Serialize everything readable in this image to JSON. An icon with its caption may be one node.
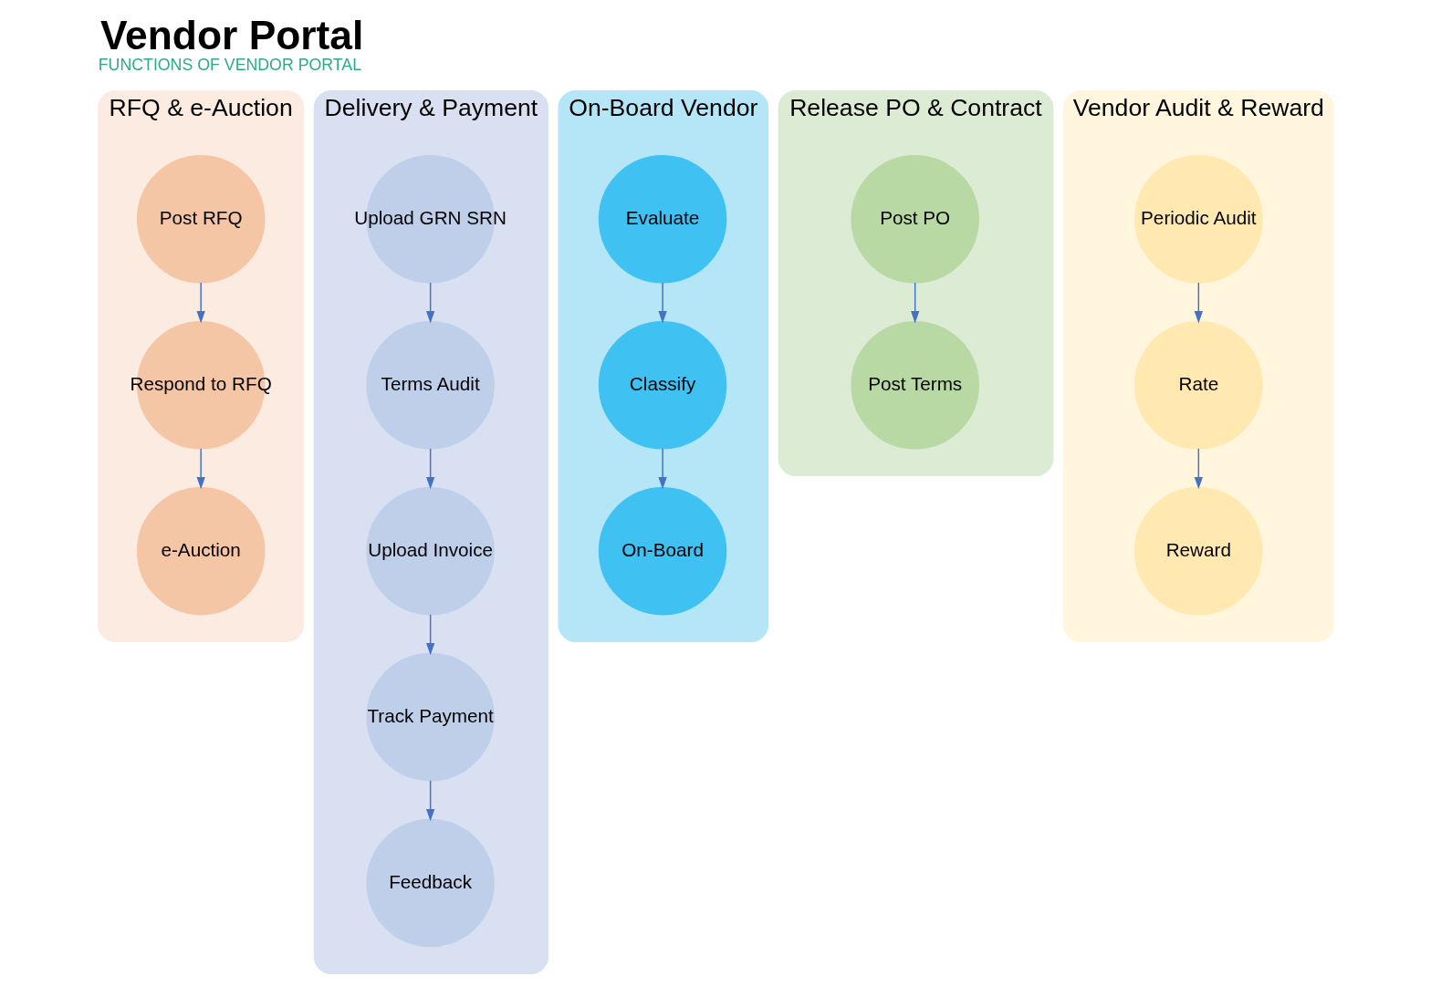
{
  "diagram": {
    "title": "Vendor Portal",
    "caption": "FUNCTIONS OF VENDOR PORTAL",
    "nodes": [
      {
        "text": [
          "RFQ & e-Auction"
        ]
      },
      {
        "text": [
          "Post RFQ"
        ],
        "in": 0
      },
      {
        "text": [
          "Respond to RFQ"
        ],
        "in": 0
      },
      {
        "text": [
          "e-Auction"
        ],
        "in": 0
      },
      {
        "text": [
          "Delivery & Payment"
        ]
      },
      {
        "text": [
          "Upload GRN SRN"
        ],
        "in": 4
      },
      {
        "text": [
          "Terms Audit"
        ],
        "in": 4
      },
      {
        "text": [
          "Upload Invoice"
        ],
        "in": 4
      },
      {
        "text": [
          "Track Payment"
        ],
        "in": 4
      },
      {
        "text": [
          "Feedback"
        ],
        "in": 4
      },
      {
        "text": [
          "On-Board Vendor"
        ]
      },
      {
        "text": [
          "Classify"
        ],
        "in": 10
      },
      {
        "text": [
          "Evaluate"
        ],
        "in": 10
      },
      {
        "text": [
          "On-Board"
        ],
        "in": 10
      },
      {
        "text": [
          "Release PO & Contract"
        ]
      },
      {
        "text": [
          "Post Terms"
        ],
        "in": 14
      },
      {
        "text": [
          "Post PO"
        ],
        "in": 14
      },
      {
        "text": [
          "Vendor Audit & Reward"
        ]
      },
      {
        "text": [
          "Periodic Audit"
        ],
        "in": 17
      },
      {
        "text": [
          "Reward"
        ],
        "in": 17
      },
      {
        "text": [
          "Rate"
        ],
        "in": 17
      }
    ],
    "edges": [
      {
        "from": 1,
        "to": 2,
        "arrow": "to"
      },
      {
        "from": 2,
        "to": 3,
        "arrow": "to"
      },
      {
        "from": 5,
        "to": 6,
        "arrow": "to"
      },
      {
        "from": 6,
        "to": 7,
        "arrow": "to"
      },
      {
        "from": 7,
        "to": 8,
        "arrow": "to"
      },
      {
        "from": 8,
        "to": 9,
        "arrow": "to"
      },
      {
        "from": 12,
        "to": 11,
        "arrow": "to"
      },
      {
        "from": 11,
        "to": 13,
        "arrow": "to"
      },
      {
        "from": 16,
        "to": 15,
        "arrow": "to"
      },
      {
        "from": 18,
        "to": 20,
        "arrow": "to"
      },
      {
        "from": 20,
        "to": 19,
        "arrow": "to"
      }
    ]
  }
}
